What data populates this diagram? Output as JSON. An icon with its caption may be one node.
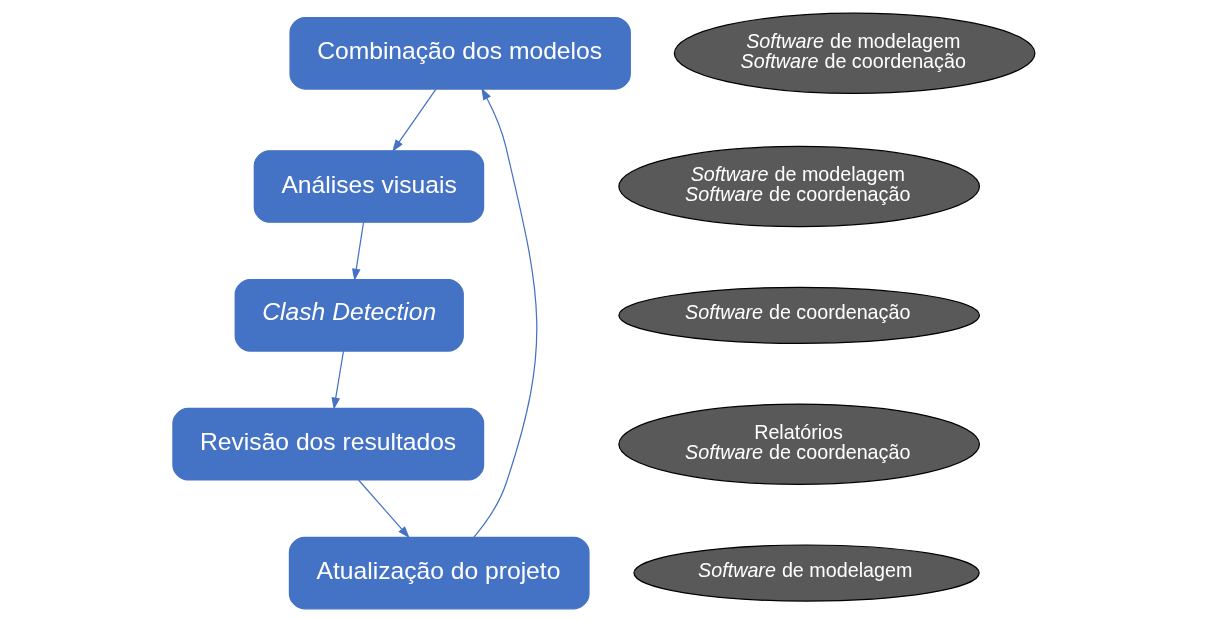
{
  "diagram": {
    "nodes": [
      {
        "text": [
          "Combinação dos modelos"
        ]
      },
      {
        "text": [
          "*Software* de modelagem",
          "*Software* de coordenação"
        ]
      },
      {
        "text": [
          "Atualização do projeto"
        ]
      },
      {
        "text": [
          "*Software* de modelagem"
        ]
      },
      {
        "text": [
          "Análises visuais"
        ]
      },
      {
        "text": [
          "*Software* de modelagem",
          "*Software* de coordenação"
        ]
      },
      {
        "text": [
          "Revisão dos resultados"
        ]
      },
      {
        "text": [
          "Relatórios",
          "*Software* de coordenação"
        ]
      },
      {
        "text": [
          "Clash Detection"
        ]
      },
      {
        "text": [
          "*Software* de coordenação"
        ]
      }
    ],
    "edges": [
      {
        "from": 0,
        "to": 4,
        "arrow": "to"
      },
      {
        "from": 4,
        "to": 8,
        "arrow": "to"
      },
      {
        "from": 8,
        "to": 6,
        "arrow": "to"
      },
      {
        "from": 6,
        "to": 2,
        "arrow": "to"
      },
      {
        "from": 2,
        "to": 0,
        "arrow": "to"
      }
    ]
  }
}
